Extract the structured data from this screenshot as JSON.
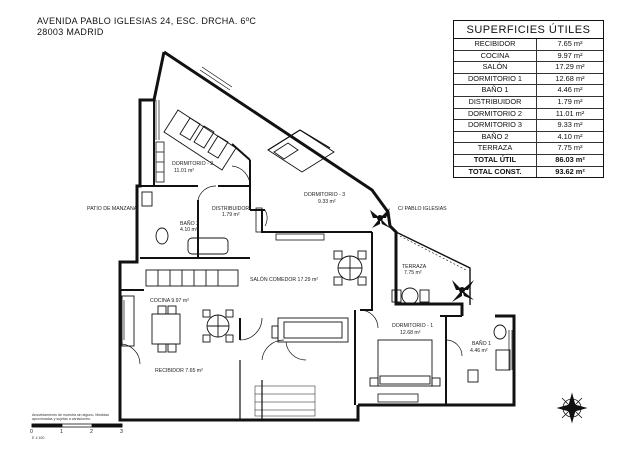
{
  "header": {
    "address_line1": "AVENIDA PABLO IGLESIAS 24, ESC. DRCHA. 6ºC",
    "address_line2": "28003 MADRID"
  },
  "surfaces": {
    "title": "SUPERFICIES ÚTILES",
    "rows": [
      {
        "name": "RECIBIDOR",
        "value": "7.65 m²"
      },
      {
        "name": "COCINA",
        "value": "9.97 m²"
      },
      {
        "name": "SALÓN",
        "value": "17.29 m²"
      },
      {
        "name": "DORMITORIO 1",
        "value": "12.68 m²"
      },
      {
        "name": "BAÑO 1",
        "value": "4.46 m²"
      },
      {
        "name": "DISTRIBUIDOR",
        "value": "1.79 m²"
      },
      {
        "name": "DORMITORIO 2",
        "value": "11.01 m²"
      },
      {
        "name": "DORMITORIO 3",
        "value": "9.33 m²"
      },
      {
        "name": "BAÑO 2",
        "value": "4.10 m²"
      },
      {
        "name": "TERRAZA",
        "value": "7.75 m²"
      }
    ],
    "total_util": {
      "name": "TOTAL ÚTIL",
      "value": "86.03 m²"
    },
    "total_const": {
      "name": "TOTAL CONST.",
      "value": "93.62 m²"
    }
  },
  "rooms": {
    "dormitorio2": {
      "name": "DORMITORIO - 2",
      "area": "11.01 m²"
    },
    "dormitorio3": {
      "name": "DORMITORIO - 3",
      "area": "9.33 m²"
    },
    "distribuidor": {
      "name": "DISTRIBUIDOR",
      "area": "1.79 m²"
    },
    "bano2": {
      "name": "BAÑO 2",
      "area": "4.10 m²"
    },
    "salon": {
      "name": "SALÓN COMEDOR 17.29 m²"
    },
    "cocina": {
      "name": "COCINA 9.97 m²"
    },
    "recibidor": {
      "name": "RECIBIDOR 7.65 m²"
    },
    "terraza": {
      "name": "TERRAZA",
      "area": "7.75 m²"
    },
    "dormitorio1": {
      "name": "DORMITORIO - 1",
      "area": "12.68 m²"
    },
    "bano1": {
      "name": "BAÑO 1",
      "area": "4.46 m²"
    }
  },
  "exterior": {
    "patio": "PATIO DE MANZANA",
    "street": "C/ PABLO IGLESIAS"
  },
  "footnote": "Amueblamiento de muestra sin alguno. Medidas aproximadas y sujetas a variaciones.",
  "scale": {
    "ticks": [
      "0",
      "1",
      "2",
      "3"
    ],
    "unit": "E 1:100"
  },
  "colors": {
    "ink": "#111111",
    "paper": "#ffffff"
  },
  "icons": [
    "compass-rose-icon",
    "plant-icon",
    "bed-icon",
    "table-icon"
  ]
}
